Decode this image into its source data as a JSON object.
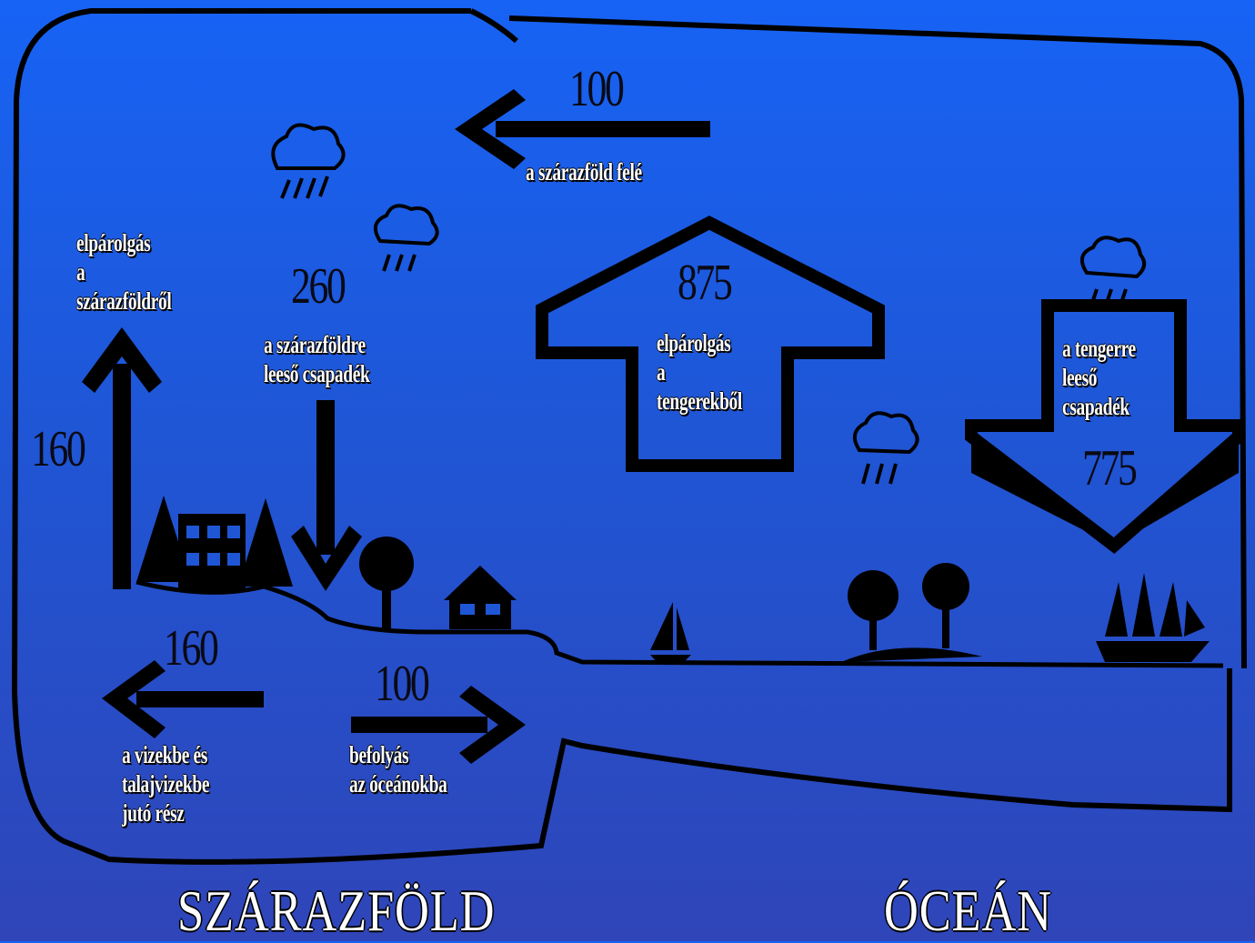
{
  "flows": {
    "advection": {
      "value": "100",
      "label": "a szárazföld felé"
    },
    "land_precipitation": {
      "value": "260",
      "label": "a szárazföldre\nleeső csapadék"
    },
    "land_evaporation": {
      "value": "160",
      "label": "elpárolgás\na\nszárazföldről"
    },
    "ocean_evaporation": {
      "value": "875",
      "label": "elpárolgás\na\ntengerekből"
    },
    "ocean_precipitation": {
      "value": "775",
      "label": "a tengerre\nleeső\ncsapadék"
    },
    "groundwater": {
      "value": "160",
      "label": "a vizekbe és\ntalajvizekbe\njutó rész"
    },
    "runoff": {
      "value": "100",
      "label": "befolyás\naz óceánokba"
    }
  },
  "regions": {
    "land": "SZÁRAZFÖLD",
    "ocean": "ÓCEÁN"
  },
  "colors": {
    "background_top": "#1763f5",
    "background_bottom": "#2f45b8",
    "ink": "#000000",
    "label": "#ffffff"
  }
}
